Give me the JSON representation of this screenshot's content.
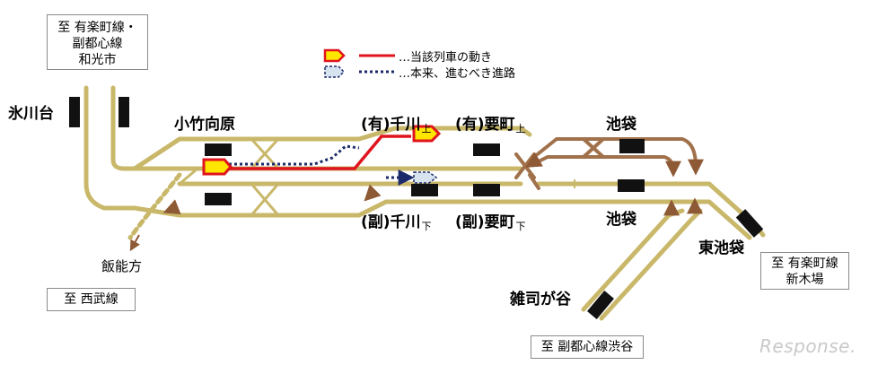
{
  "destinations": {
    "top_left_line1": "至 有楽町線・",
    "top_left_line2": "副都心線",
    "top_left_line3": "和光市",
    "bottom_left": "至 西武線",
    "bottom_center": "至 副都心線渋谷",
    "right_line1": "至 有楽町線",
    "right_line2": "新木場"
  },
  "legend": {
    "actual_movement": "…当該列車の動き",
    "intended_route": "…本来、進むべき進路"
  },
  "stations": {
    "hikawadai": "氷川台",
    "kotake_mukaihara": "小竹向原",
    "senkawa_yu": "(有)千川",
    "senkawa_yu_sub": "上",
    "kanamecho_yu": "(有)要町",
    "kanamecho_yu_sub": "上",
    "ikebukuro_top": "池袋",
    "senkawa_fuku": "(副)千川",
    "senkawa_fuku_sub": "下",
    "kanamecho_fuku": "(副)要町",
    "kanamecho_fuku_sub": "下",
    "ikebukuro_bottom": "池袋",
    "higashi_ikebukuro": "東池袋",
    "zoshigaya": "雑司が谷",
    "hanno": "飯能方"
  },
  "colors": {
    "track": "#bfae5a",
    "track_dark": "#8e7a2a",
    "track_brown": "#a0714b",
    "actual_route": "#e0141e",
    "intended_route": "#1b2a6b",
    "train_fill": "#ffe600"
  },
  "watermark": "Response."
}
